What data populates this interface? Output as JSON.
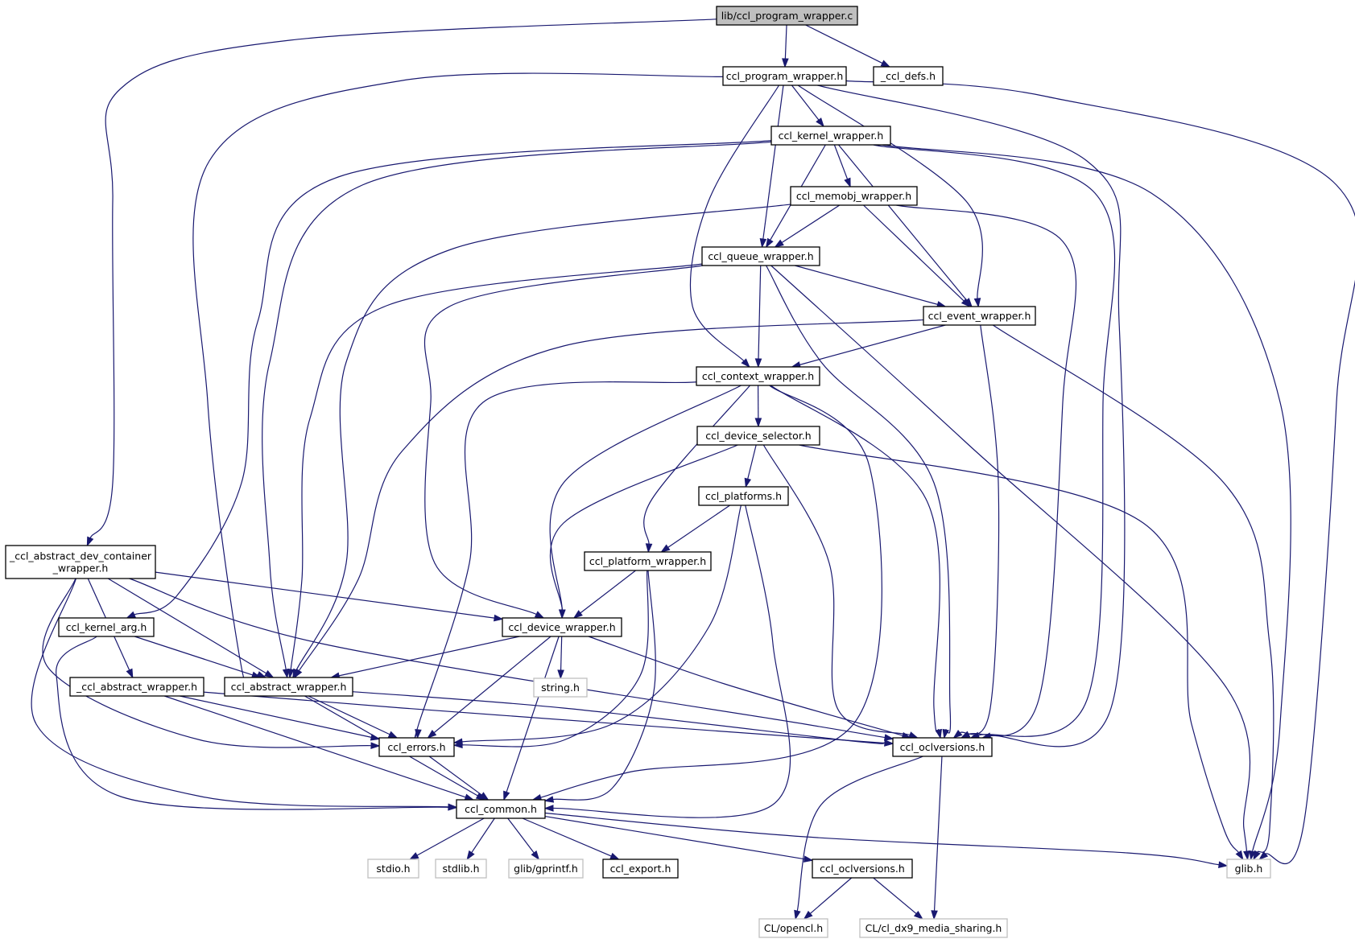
{
  "nodes": [
    {
      "id": "n_prog_c",
      "label": [
        "lib/ccl_program_wrapper.c"
      ],
      "style": "root"
    },
    {
      "id": "n_prog_h",
      "label": [
        "ccl_program_wrapper.h"
      ],
      "style": "normal"
    },
    {
      "id": "n_defs",
      "label": [
        "_ccl_defs.h"
      ],
      "style": "normal"
    },
    {
      "id": "n_kernel",
      "label": [
        "ccl_kernel_wrapper.h"
      ],
      "style": "normal"
    },
    {
      "id": "n_memobj",
      "label": [
        "ccl_memobj_wrapper.h"
      ],
      "style": "normal"
    },
    {
      "id": "n_queue",
      "label": [
        "ccl_queue_wrapper.h"
      ],
      "style": "normal"
    },
    {
      "id": "n_event",
      "label": [
        "ccl_event_wrapper.h"
      ],
      "style": "normal"
    },
    {
      "id": "n_context",
      "label": [
        "ccl_context_wrapper.h"
      ],
      "style": "normal"
    },
    {
      "id": "n_devsel",
      "label": [
        "ccl_device_selector.h"
      ],
      "style": "normal"
    },
    {
      "id": "n_platforms",
      "label": [
        "ccl_platforms.h"
      ],
      "style": "normal"
    },
    {
      "id": "n_platform",
      "label": [
        "ccl_platform_wrapper.h"
      ],
      "style": "normal"
    },
    {
      "id": "n_absdev",
      "label": [
        "_ccl_abstract_dev_container",
        "_wrapper.h"
      ],
      "style": "normal"
    },
    {
      "id": "n_kernarg",
      "label": [
        "ccl_kernel_arg.h"
      ],
      "style": "normal"
    },
    {
      "id": "n_device",
      "label": [
        "ccl_device_wrapper.h"
      ],
      "style": "normal"
    },
    {
      "id": "n_absw_",
      "label": [
        "_ccl_abstract_wrapper.h"
      ],
      "style": "normal"
    },
    {
      "id": "n_absw",
      "label": [
        "ccl_abstract_wrapper.h"
      ],
      "style": "normal"
    },
    {
      "id": "n_string",
      "label": [
        "string.h"
      ],
      "style": "external"
    },
    {
      "id": "n_errors",
      "label": [
        "ccl_errors.h"
      ],
      "style": "normal"
    },
    {
      "id": "n_oclv1",
      "label": [
        "ccl_oclversions.h"
      ],
      "style": "normal"
    },
    {
      "id": "n_common",
      "label": [
        "ccl_common.h"
      ],
      "style": "normal"
    },
    {
      "id": "n_stdio",
      "label": [
        "stdio.h"
      ],
      "style": "external"
    },
    {
      "id": "n_stdlib",
      "label": [
        "stdlib.h"
      ],
      "style": "external"
    },
    {
      "id": "n_gprintf",
      "label": [
        "glib/gprintf.h"
      ],
      "style": "external"
    },
    {
      "id": "n_export",
      "label": [
        "ccl_export.h"
      ],
      "style": "normal"
    },
    {
      "id": "n_oclv2",
      "label": [
        "ccl_oclversions.h"
      ],
      "style": "normal"
    },
    {
      "id": "n_glib",
      "label": [
        "glib.h"
      ],
      "style": "external"
    },
    {
      "id": "n_opencl",
      "label": [
        "CL/opencl.h"
      ],
      "style": "external"
    },
    {
      "id": "n_dx9",
      "label": [
        "CL/cl_dx9_media_sharing.h"
      ],
      "style": "external"
    }
  ],
  "edges": [
    [
      "n_prog_c",
      "n_prog_h"
    ],
    [
      "n_prog_c",
      "n_defs"
    ],
    [
      "n_prog_c",
      "n_absdev"
    ],
    [
      "n_prog_h",
      "n_kernel"
    ],
    [
      "n_prog_h",
      "n_queue"
    ],
    [
      "n_prog_h",
      "n_event"
    ],
    [
      "n_prog_h",
      "n_context"
    ],
    [
      "n_prog_h",
      "n_absw"
    ],
    [
      "n_prog_h",
      "n_oclv1"
    ],
    [
      "n_prog_h",
      "n_glib"
    ],
    [
      "n_kernel",
      "n_memobj"
    ],
    [
      "n_kernel",
      "n_queue"
    ],
    [
      "n_kernel",
      "n_event"
    ],
    [
      "n_kernel",
      "n_kernarg"
    ],
    [
      "n_kernel",
      "n_absw"
    ],
    [
      "n_kernel",
      "n_oclv1"
    ],
    [
      "n_kernel",
      "n_glib"
    ],
    [
      "n_memobj",
      "n_queue"
    ],
    [
      "n_memobj",
      "n_event"
    ],
    [
      "n_memobj",
      "n_absw"
    ],
    [
      "n_memobj",
      "n_oclv1"
    ],
    [
      "n_queue",
      "n_event"
    ],
    [
      "n_queue",
      "n_context"
    ],
    [
      "n_queue",
      "n_device"
    ],
    [
      "n_queue",
      "n_absw"
    ],
    [
      "n_queue",
      "n_oclv1"
    ],
    [
      "n_queue",
      "n_glib"
    ],
    [
      "n_event",
      "n_context"
    ],
    [
      "n_event",
      "n_absw"
    ],
    [
      "n_event",
      "n_oclv1"
    ],
    [
      "n_event",
      "n_glib"
    ],
    [
      "n_context",
      "n_devsel"
    ],
    [
      "n_context",
      "n_platform"
    ],
    [
      "n_context",
      "n_device"
    ],
    [
      "n_context",
      "n_errors"
    ],
    [
      "n_context",
      "n_common"
    ],
    [
      "n_context",
      "n_oclv1"
    ],
    [
      "n_devsel",
      "n_platforms"
    ],
    [
      "n_devsel",
      "n_device"
    ],
    [
      "n_devsel",
      "n_oclv1"
    ],
    [
      "n_devsel",
      "n_glib"
    ],
    [
      "n_platforms",
      "n_platform"
    ],
    [
      "n_platforms",
      "n_errors"
    ],
    [
      "n_platforms",
      "n_common"
    ],
    [
      "n_platform",
      "n_device"
    ],
    [
      "n_platform",
      "n_errors"
    ],
    [
      "n_platform",
      "n_common"
    ],
    [
      "n_absdev",
      "n_device"
    ],
    [
      "n_absdev",
      "n_absw_"
    ],
    [
      "n_absdev",
      "n_absw"
    ],
    [
      "n_absdev",
      "n_errors"
    ],
    [
      "n_absdev",
      "n_common"
    ],
    [
      "n_absdev",
      "n_oclv1"
    ],
    [
      "n_kernarg",
      "n_absw"
    ],
    [
      "n_kernarg",
      "n_common"
    ],
    [
      "n_device",
      "n_absw"
    ],
    [
      "n_device",
      "n_string"
    ],
    [
      "n_device",
      "n_errors"
    ],
    [
      "n_device",
      "n_common"
    ],
    [
      "n_device",
      "n_oclv1"
    ],
    [
      "n_absw_",
      "n_errors"
    ],
    [
      "n_absw_",
      "n_common"
    ],
    [
      "n_absw_",
      "n_oclv1"
    ],
    [
      "n_absw",
      "n_errors"
    ],
    [
      "n_absw",
      "n_common"
    ],
    [
      "n_absw",
      "n_oclv1"
    ],
    [
      "n_errors",
      "n_common"
    ],
    [
      "n_oclv1",
      "n_opencl"
    ],
    [
      "n_oclv1",
      "n_dx9"
    ],
    [
      "n_common",
      "n_stdio"
    ],
    [
      "n_common",
      "n_stdlib"
    ],
    [
      "n_common",
      "n_gprintf"
    ],
    [
      "n_common",
      "n_export"
    ],
    [
      "n_common",
      "n_oclv2"
    ],
    [
      "n_common",
      "n_glib"
    ],
    [
      "n_oclv2",
      "n_opencl"
    ],
    [
      "n_oclv2",
      "n_dx9"
    ]
  ],
  "colors": {
    "edge": "#191970",
    "root_fill": "#bfbfbf",
    "node_border": "#000000",
    "external_border": "#bfbfbf"
  }
}
